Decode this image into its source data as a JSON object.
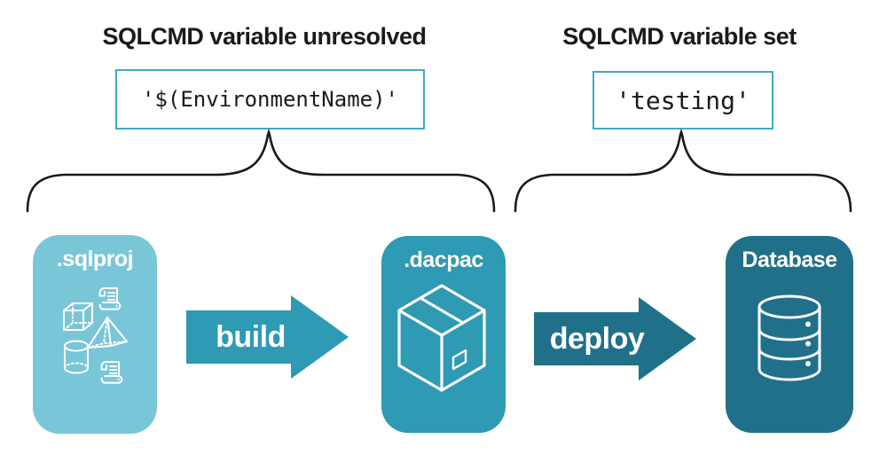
{
  "annotations": {
    "unresolved": {
      "title": "SQLCMD variable unresolved",
      "code": "'$(EnvironmentName)'"
    },
    "set": {
      "title": "SQLCMD variable set",
      "code": "'testing'"
    }
  },
  "pipeline": {
    "nodes": [
      {
        "id": "sqlproj",
        "label": ".sqlproj",
        "color": "#79c6d9",
        "icon": "sql-objects-icon"
      },
      {
        "id": "dacpac",
        "label": ".dacpac",
        "color": "#2e9ab3",
        "icon": "package-icon"
      },
      {
        "id": "database",
        "label": "Database",
        "color": "#21708a",
        "icon": "database-icon"
      }
    ],
    "arrows": [
      {
        "label": "build",
        "color": "#2e9ab3"
      },
      {
        "label": "deploy",
        "color": "#21708a"
      }
    ]
  },
  "colors": {
    "background": "#ffffff",
    "code_box_border": "#41a9c4",
    "text": "#1a1a1a",
    "brace": "#1a1a1a",
    "node_text": "#ffffff",
    "icon_stroke": "#ffffff"
  }
}
